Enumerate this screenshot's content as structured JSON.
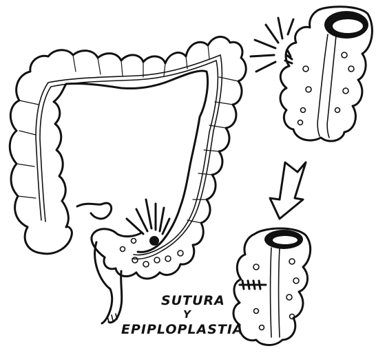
{
  "caption": {
    "line1": "SUTURA",
    "line2": "Y",
    "line3": "EPIPLOPLASTIA"
  },
  "colors": {
    "ink": "#111111",
    "paper": "#ffffff"
  }
}
